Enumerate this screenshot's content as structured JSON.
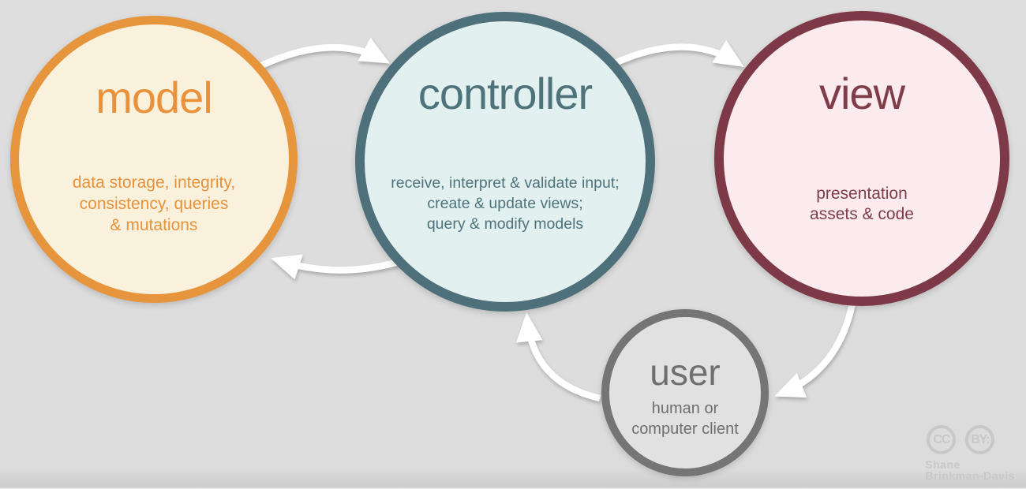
{
  "background_color": "#dcdcdc",
  "arrow_color": "#ffffff",
  "nodes": [
    {
      "id": "model",
      "title": "model",
      "desc_lines": [
        "data storage, integrity,",
        "consistency, queries",
        "& mutations"
      ],
      "border_color": "#e6953c",
      "fill_color": "#faf1dc",
      "text_color": "#e8923c"
    },
    {
      "id": "controller",
      "title": "controller",
      "desc_lines": [
        "receive, interpret & validate input;",
        "create & update views;",
        "query & modify models"
      ],
      "border_color": "#4e707a",
      "fill_color": "#e2f0ef",
      "text_color": "#4e737b"
    },
    {
      "id": "view",
      "title": "view",
      "desc_lines": [
        "presentation",
        "assets & code"
      ],
      "border_color": "#7d3a46",
      "fill_color": "#fbebee",
      "text_color": "#7f3d49"
    },
    {
      "id": "user",
      "title": "user",
      "desc_lines": [
        "human or",
        "computer client"
      ],
      "border_color": "#757575",
      "fill_color": "#e1e1e1",
      "text_color": "#6f6f6f"
    }
  ],
  "arrows": [
    {
      "name": "model-to-controller"
    },
    {
      "name": "controller-to-view"
    },
    {
      "name": "controller-to-model"
    },
    {
      "name": "view-to-user"
    },
    {
      "name": "user-to-controller"
    }
  ],
  "watermark": {
    "cc_label": "CC",
    "by_label": "BY:",
    "author_line1": "Shane",
    "author_line2": "Brinkman-Davis",
    "color": "#c8c8c8"
  }
}
